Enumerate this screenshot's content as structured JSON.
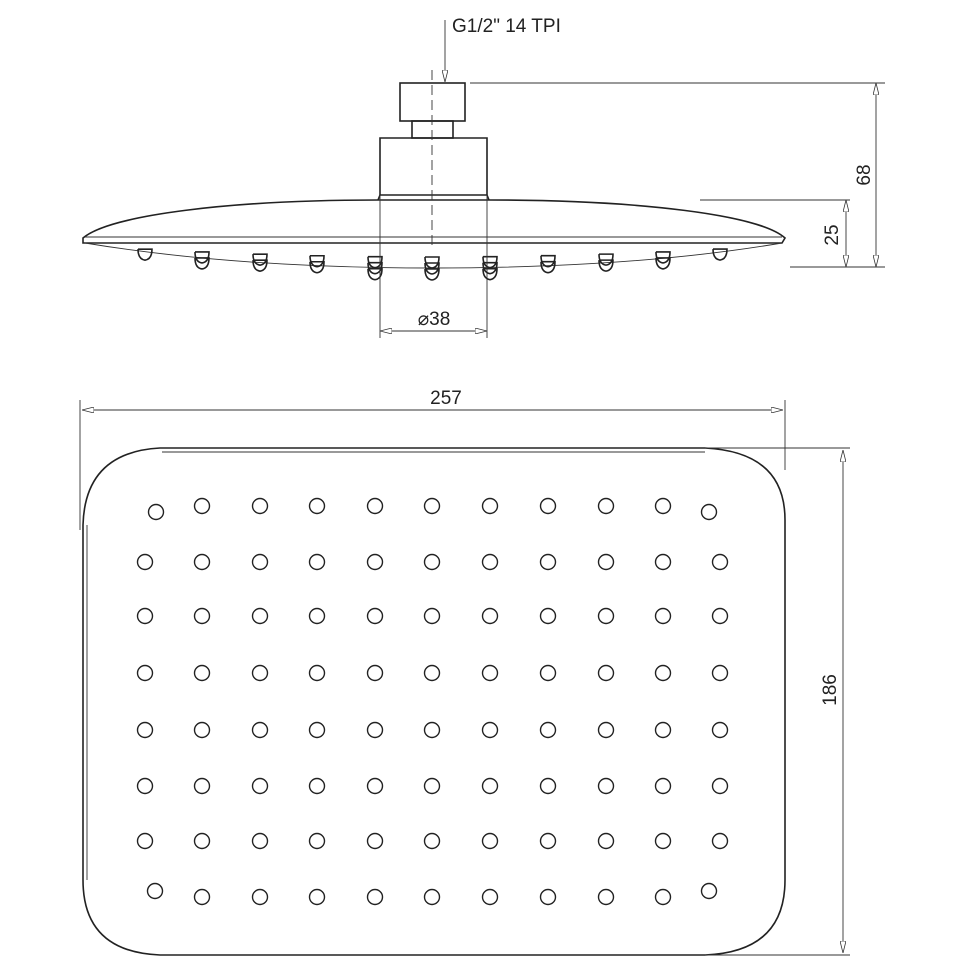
{
  "labels": {
    "thread": "G1/2\" 14 TPI",
    "total_height": "68",
    "head_height": "25",
    "arm_diameter": "⌀38",
    "width": "257",
    "depth": "186"
  }
}
